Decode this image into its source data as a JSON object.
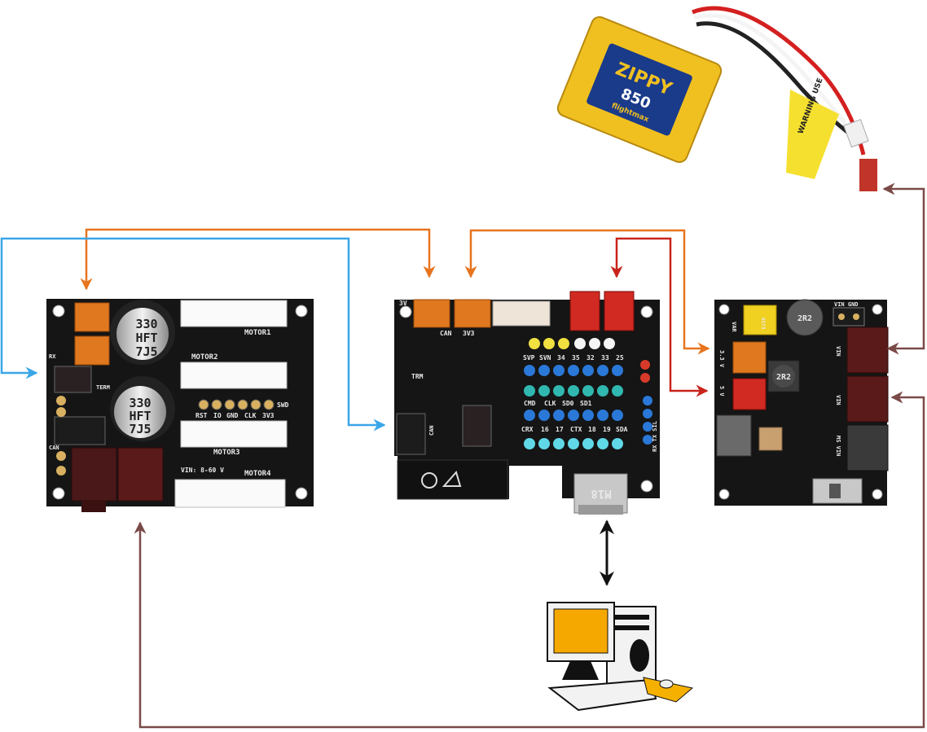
{
  "colors": {
    "orange_wire": "#e8741e",
    "blue_wire": "#3aa6e8",
    "red_wire": "#c8241c",
    "brown_wire": "#7a4a48",
    "black_arrow": "#111111",
    "pcb": "#151515",
    "battery": "#f0c020"
  },
  "battery": {
    "brand": "ZIPPY",
    "capacity": "850",
    "subbrand": "flightmax",
    "warning": "WARNING USE"
  },
  "motor_board": {
    "cap1": [
      "330",
      "HFT",
      "7J5"
    ],
    "cap2": [
      "330",
      "HFT",
      "7J5"
    ],
    "labels": {
      "motor1": "MOTOR1",
      "motor2": "MOTOR2",
      "motor3": "MOTOR3",
      "motor4": "MOTOR4",
      "rst": "RST",
      "io": "IO",
      "gnd": "GND",
      "clk": "CLK",
      "v3v3": "3V3",
      "swd": "SWD",
      "vin": "VIN: 8-60 V",
      "term": "TERM",
      "rx": "RX",
      "can": "CAN"
    }
  },
  "controller_board": {
    "labels": {
      "v3v": "3V",
      "can": "CAN",
      "v3v3": "3V3",
      "trm": "TRM",
      "can_side": "CAN",
      "usb": "M18",
      "rx_tx": "RX TX SIL"
    },
    "pin_row1": [
      "SVP",
      "SVN",
      "34",
      "35",
      "32",
      "33",
      "25"
    ],
    "pin_row3": [
      "CMD",
      "CLK",
      "SD0",
      "SD1"
    ],
    "pin_row4": [
      "CRX",
      "16",
      "17",
      "CTX",
      "18",
      "19",
      "SDA"
    ]
  },
  "power_board": {
    "labels": {
      "v3v3": "3.3 V",
      "v5v": "5 V",
      "vin": "VIN",
      "vin_gnd": "VIN GND",
      "var": "VAR",
      "ms_vin": "MS VIN",
      "inductor1": "2R2",
      "inductor2": "2R2",
      "fuse": "6573"
    }
  }
}
